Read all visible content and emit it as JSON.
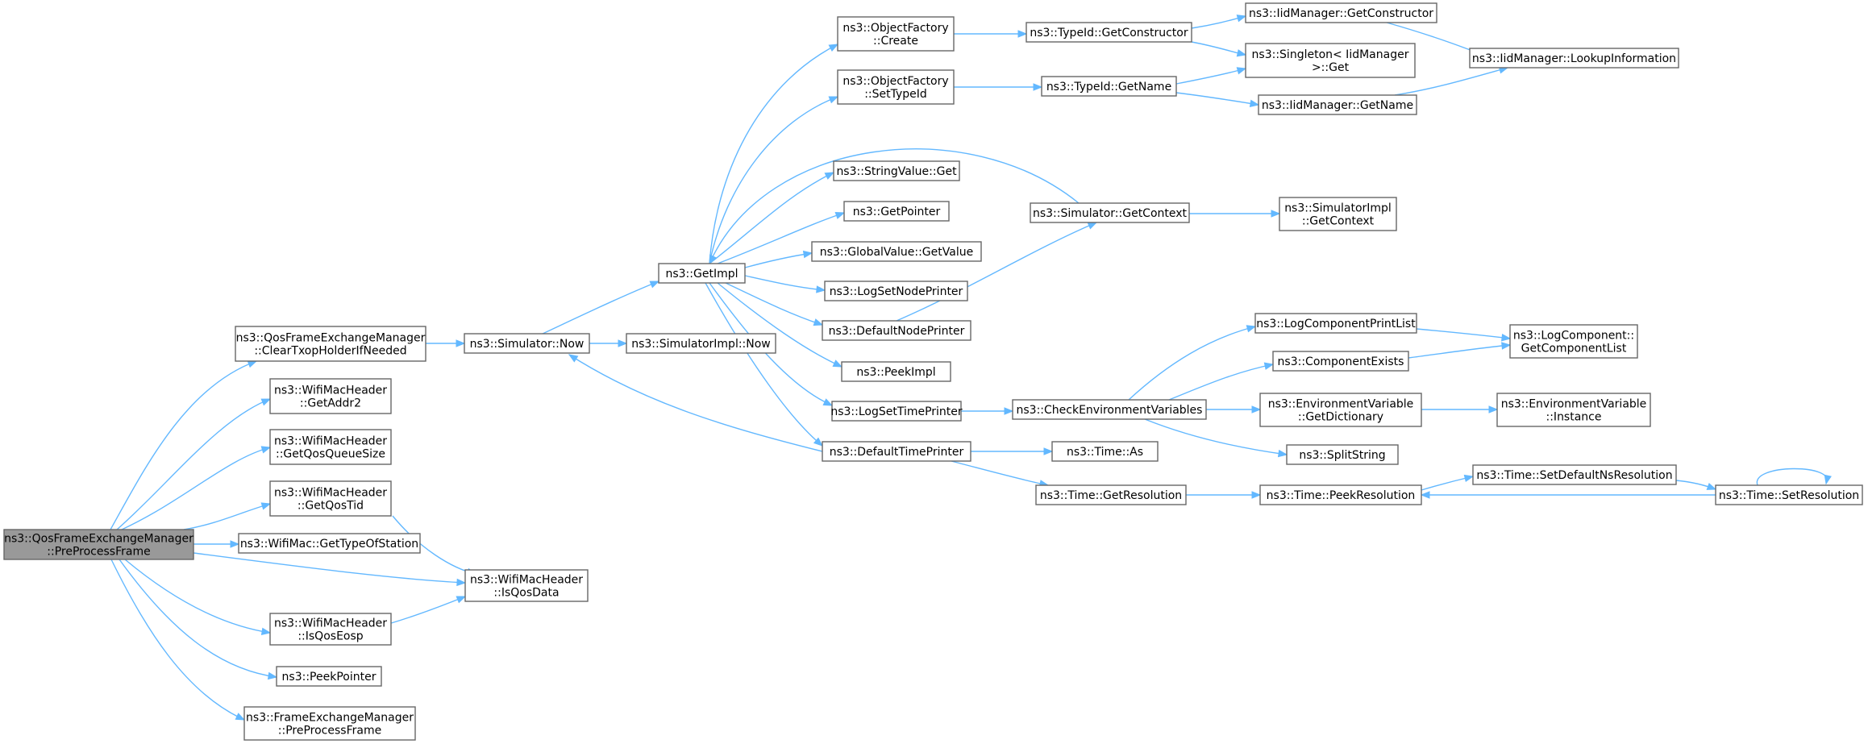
{
  "diagram": {
    "type": "call-graph",
    "colors": {
      "edge": "#63b8ff",
      "node_border": "#666666",
      "root_fill": "#999999",
      "node_fill": "#ffffff"
    },
    "nodes": [
      {
        "id": "root",
        "lines": [
          "ns3::QosFrameExchangeManager",
          "::PreProcessFrame"
        ],
        "root": true
      },
      {
        "id": "clear",
        "lines": [
          "ns3::QosFrameExchangeManager",
          "::ClearTxopHolderIfNeeded"
        ]
      },
      {
        "id": "getaddr2",
        "lines": [
          "ns3::WifiMacHeader",
          "::GetAddr2"
        ]
      },
      {
        "id": "getqqs",
        "lines": [
          "ns3::WifiMacHeader",
          "::GetQosQueueSize"
        ]
      },
      {
        "id": "getqtid",
        "lines": [
          "ns3::WifiMacHeader",
          "::GetQosTid"
        ]
      },
      {
        "id": "gettype",
        "lines": [
          "ns3::WifiMac::GetTypeOfStation"
        ]
      },
      {
        "id": "isqdata",
        "lines": [
          "ns3::WifiMacHeader",
          "::IsQosData"
        ]
      },
      {
        "id": "isqeosp",
        "lines": [
          "ns3::WifiMacHeader",
          "::IsQosEosp"
        ]
      },
      {
        "id": "peekptr",
        "lines": [
          "ns3::PeekPointer"
        ]
      },
      {
        "id": "fempre",
        "lines": [
          "ns3::FrameExchangeManager",
          "::PreProcessFrame"
        ]
      },
      {
        "id": "simnow",
        "lines": [
          "ns3::Simulator::Now"
        ]
      },
      {
        "id": "simimplnow",
        "lines": [
          "ns3::SimulatorImpl::Now"
        ]
      },
      {
        "id": "getimpl",
        "lines": [
          "ns3::GetImpl"
        ]
      },
      {
        "id": "ofcreate",
        "lines": [
          "ns3::ObjectFactory",
          "::Create"
        ]
      },
      {
        "id": "ofsettype",
        "lines": [
          "ns3::ObjectFactory",
          "::SetTypeId"
        ]
      },
      {
        "id": "strget",
        "lines": [
          "ns3::StringValue::Get"
        ]
      },
      {
        "id": "getpointer",
        "lines": [
          "ns3::GetPointer"
        ]
      },
      {
        "id": "gvget",
        "lines": [
          "ns3::GlobalValue::GetValue"
        ]
      },
      {
        "id": "logsetnode",
        "lines": [
          "ns3::LogSetNodePrinter"
        ]
      },
      {
        "id": "defnode",
        "lines": [
          "ns3::DefaultNodePrinter"
        ]
      },
      {
        "id": "peekimpl",
        "lines": [
          "ns3::PeekImpl"
        ]
      },
      {
        "id": "logsettime",
        "lines": [
          "ns3::LogSetTimePrinter"
        ]
      },
      {
        "id": "deftime",
        "lines": [
          "ns3::DefaultTimePrinter"
        ]
      },
      {
        "id": "tidgetctor",
        "lines": [
          "ns3::TypeId::GetConstructor"
        ]
      },
      {
        "id": "tidgetname",
        "lines": [
          "ns3::TypeId::GetName"
        ]
      },
      {
        "id": "simgetctx",
        "lines": [
          "ns3::Simulator::GetContext"
        ]
      },
      {
        "id": "checkenv",
        "lines": [
          "ns3::CheckEnvironmentVariables"
        ]
      },
      {
        "id": "timeas",
        "lines": [
          "ns3::Time::As"
        ]
      },
      {
        "id": "timegetres",
        "lines": [
          "ns3::Time::GetResolution"
        ]
      },
      {
        "id": "iidgetctor",
        "lines": [
          "ns3::IidManager::GetConstructor"
        ]
      },
      {
        "id": "singleton",
        "lines": [
          "ns3::Singleton< IidManager",
          " >::Get"
        ]
      },
      {
        "id": "iidgetname",
        "lines": [
          "ns3::IidManager::GetName"
        ]
      },
      {
        "id": "simimplctx",
        "lines": [
          "ns3::SimulatorImpl",
          "::GetContext"
        ]
      },
      {
        "id": "logcpl",
        "lines": [
          "ns3::LogComponentPrintList"
        ]
      },
      {
        "id": "compexists",
        "lines": [
          "ns3::ComponentExists"
        ]
      },
      {
        "id": "envgetdict",
        "lines": [
          "ns3::EnvironmentVariable",
          "::GetDictionary"
        ]
      },
      {
        "id": "splitstr",
        "lines": [
          "ns3::SplitString"
        ]
      },
      {
        "id": "timepeekres",
        "lines": [
          "ns3::Time::PeekResolution"
        ]
      },
      {
        "id": "iidlookup",
        "lines": [
          "ns3::IidManager::LookupInformation"
        ]
      },
      {
        "id": "lcgetlist",
        "lines": [
          "ns3::LogComponent::",
          "GetComponentList"
        ]
      },
      {
        "id": "envinst",
        "lines": [
          "ns3::EnvironmentVariable",
          "::Instance"
        ]
      },
      {
        "id": "setdefns",
        "lines": [
          "ns3::Time::SetDefaultNsResolution"
        ]
      },
      {
        "id": "setres",
        "lines": [
          "ns3::Time::SetResolution"
        ]
      }
    ]
  }
}
